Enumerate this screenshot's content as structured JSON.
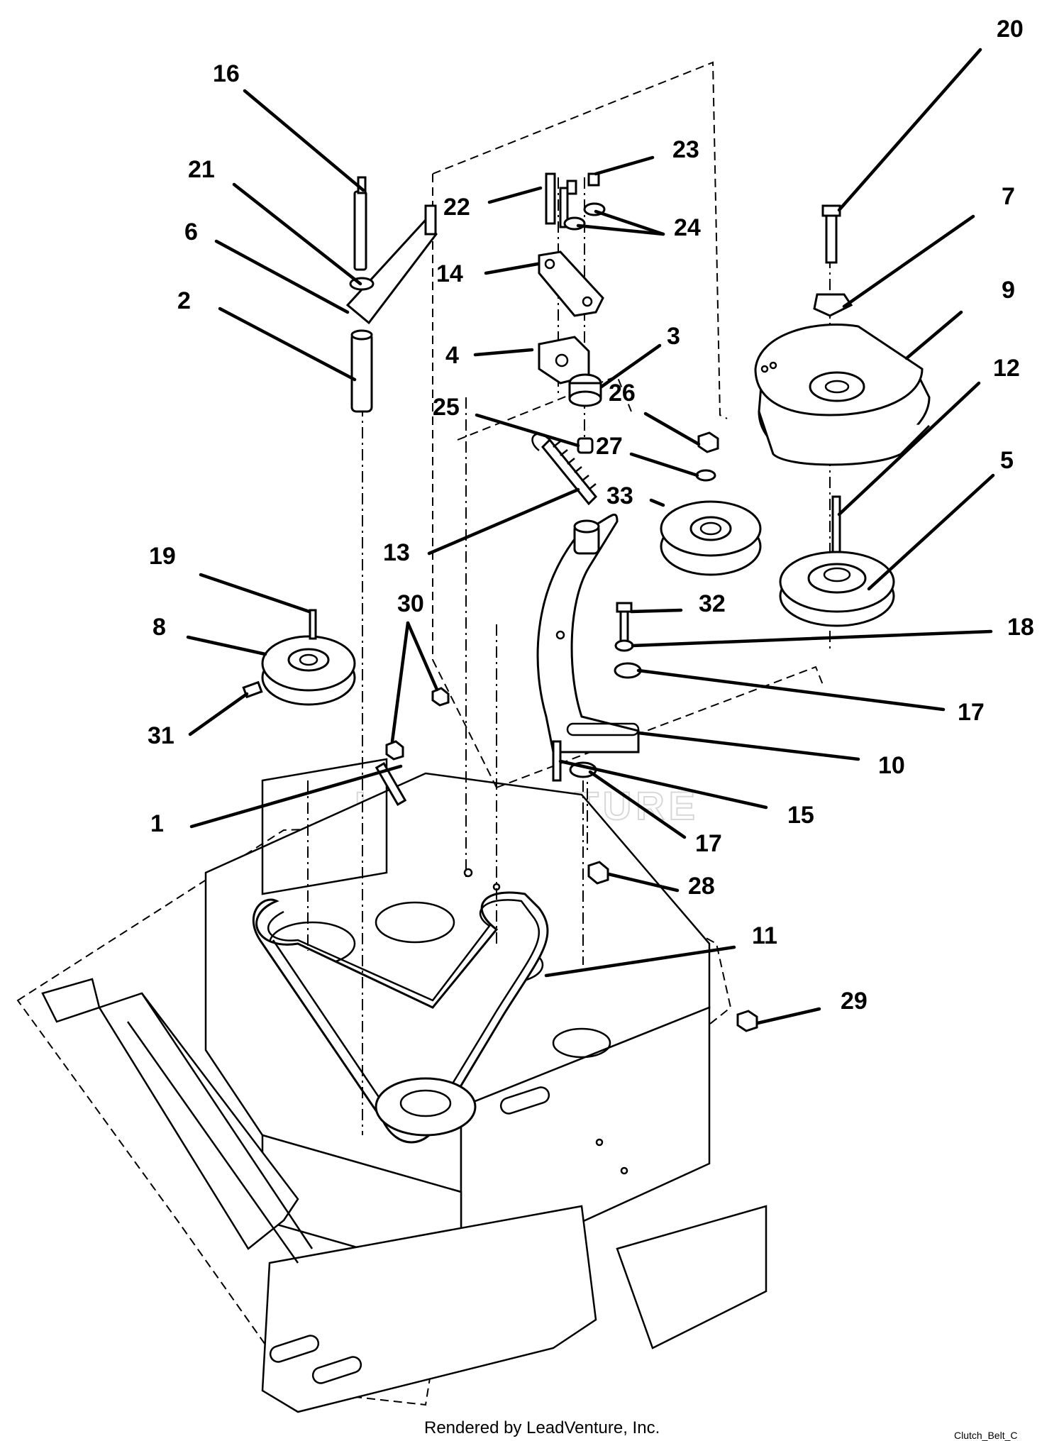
{
  "callouts": [
    {
      "id": "1",
      "label": "1"
    },
    {
      "id": "2",
      "label": "2"
    },
    {
      "id": "3",
      "label": "3"
    },
    {
      "id": "4",
      "label": "4"
    },
    {
      "id": "5",
      "label": "5"
    },
    {
      "id": "6",
      "label": "6"
    },
    {
      "id": "7",
      "label": "7"
    },
    {
      "id": "8",
      "label": "8"
    },
    {
      "id": "9",
      "label": "9"
    },
    {
      "id": "10",
      "label": "10"
    },
    {
      "id": "11",
      "label": "11"
    },
    {
      "id": "12",
      "label": "12"
    },
    {
      "id": "13",
      "label": "13"
    },
    {
      "id": "14",
      "label": "14"
    },
    {
      "id": "15",
      "label": "15"
    },
    {
      "id": "16",
      "label": "16"
    },
    {
      "id": "17a",
      "label": "17"
    },
    {
      "id": "17b",
      "label": "17"
    },
    {
      "id": "18",
      "label": "18"
    },
    {
      "id": "19",
      "label": "19"
    },
    {
      "id": "20",
      "label": "20"
    },
    {
      "id": "21",
      "label": "21"
    },
    {
      "id": "22",
      "label": "22"
    },
    {
      "id": "23",
      "label": "23"
    },
    {
      "id": "24",
      "label": "24"
    },
    {
      "id": "25",
      "label": "25"
    },
    {
      "id": "26",
      "label": "26"
    },
    {
      "id": "27",
      "label": "27"
    },
    {
      "id": "28",
      "label": "28"
    },
    {
      "id": "29",
      "label": "29"
    },
    {
      "id": "30",
      "label": "30"
    },
    {
      "id": "31",
      "label": "31"
    },
    {
      "id": "32",
      "label": "32"
    },
    {
      "id": "33",
      "label": "33"
    }
  ],
  "credit": "Rendered by LeadVenture, Inc.",
  "corner_label": "Clutch_Belt_C",
  "watermark": "LEADVENTURE"
}
